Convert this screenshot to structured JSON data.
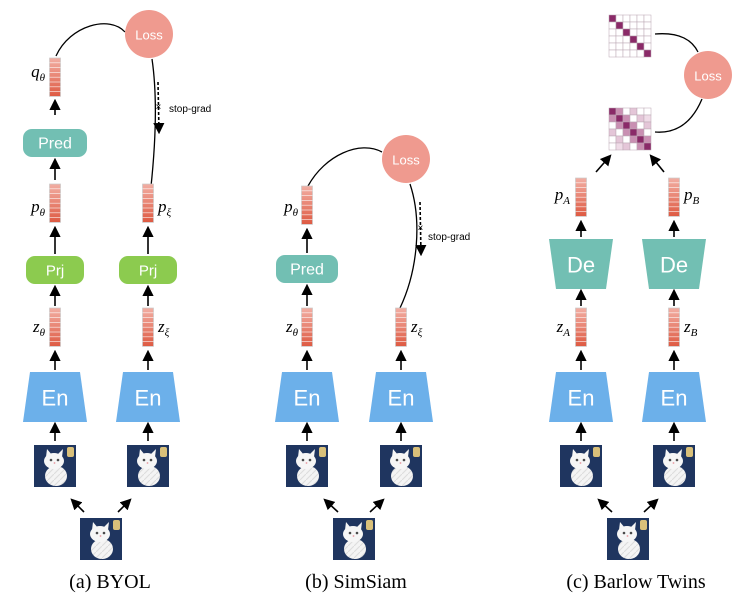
{
  "colors": {
    "teal": "#72bfb3",
    "green": "#8ccb4f",
    "blue": "#6cb0ea",
    "loss": "#ef9a8f",
    "vec_dark": "#de5a42",
    "vec_light": "#f2aea3",
    "matrix_dark": "#8a2a68",
    "matrix_light": "#e4c6d8"
  },
  "labels": {
    "loss": "Loss",
    "pred": "Pred",
    "prj": "Prj",
    "encoder": "En",
    "decoder": "De",
    "stop_grad": "stop-grad"
  },
  "icons": {
    "input_image": "cat-photo-icon"
  },
  "panels": [
    {
      "name": "byol",
      "caption": "(a)  BYOL",
      "q_symbol": "q",
      "q_sub": "θ",
      "p_left_symbol": "p",
      "p_left_sub": "θ",
      "p_right_symbol": "p",
      "p_right_sub": "ξ",
      "z_left_symbol": "z",
      "z_left_sub": "θ",
      "z_right_symbol": "z",
      "z_right_sub": "ξ"
    },
    {
      "name": "simsiam",
      "caption": "(b)  SimSiam",
      "p_symbol": "p",
      "p_sub": "θ",
      "z_left_symbol": "z",
      "z_left_sub": "θ",
      "z_right_symbol": "z",
      "z_right_sub": "ξ"
    },
    {
      "name": "barlow",
      "caption": "(c)  Barlow Twins",
      "p_left_symbol": "p",
      "p_left_sub": "A",
      "p_right_symbol": "p",
      "p_right_sub": "B",
      "z_left_symbol": "z",
      "z_left_sub": "A",
      "z_right_symbol": "z",
      "z_right_sub": "B"
    }
  ]
}
